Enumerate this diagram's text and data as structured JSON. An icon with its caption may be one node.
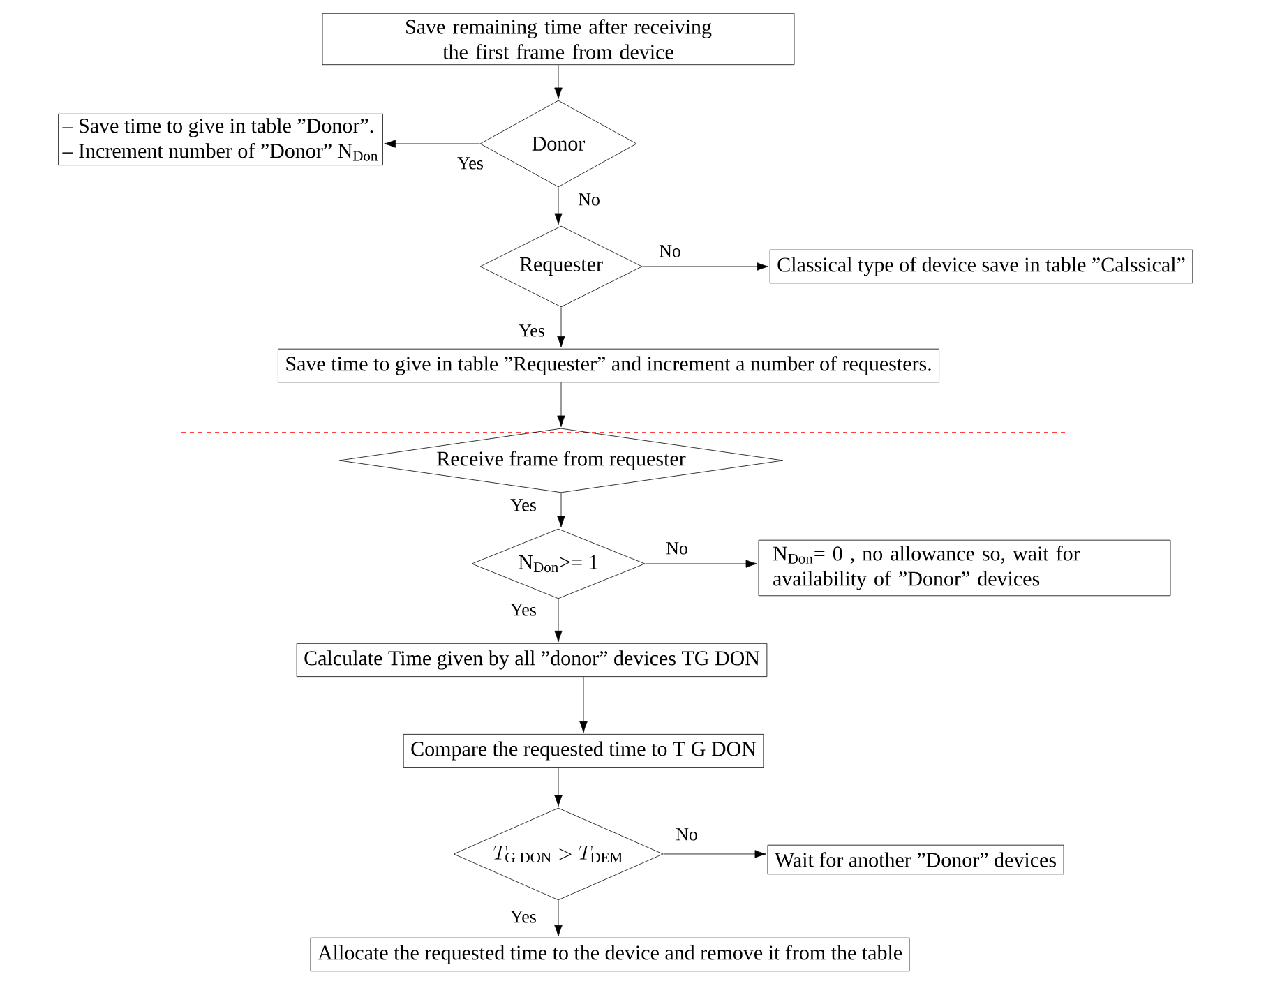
{
  "diagram": {
    "nodes": [
      {
        "text": [
          "Save remaining time after receiving the first frame from device"
        ]
      },
      {
        "text": [
          "– Save time to give in table ”Donor”.",
          "– Increment number of ”Donor” N$_{Don}$"
        ]
      },
      {
        "text": [
          "Donor"
        ]
      },
      {
        "text": [
          "Requester"
        ]
      },
      {
        "text": [
          "Classical type of device save in table ”Calssical”"
        ]
      },
      {
        "text": [
          "Save time to give in table ”Requester” and increment a number of requesters."
        ]
      },
      {
        "text": [
          "Receive frame from requester"
        ]
      },
      {
        "text": [
          "N$_{Don}$>= 1"
        ]
      },
      {
        "text": [
          "N$_{Don}$= 0 , no allowance so, wait for availability of ”Donor” devices"
        ]
      },
      {
        "text": [
          "Calculate Time given by all ”donor” devices TG DON"
        ]
      },
      {
        "text": [
          "Compare the requested time to T G DON"
        ]
      },
      {
        "text": [
          "T_{\\mathrm{G\\;DON}} > T_{\\mathrm{DEM}}"
        ]
      },
      {
        "text": [
          "Wait for another ”Donor” devices"
        ]
      },
      {
        "text": [
          "Allocate the requested time to the device and remove it from the table"
        ]
      }
    ],
    "edges": [
      {
        "from": 0,
        "to": 2,
        "arrow": "to"
      },
      {
        "from": 2,
        "to": 1,
        "arrow": "to",
        "label": "Yes"
      },
      {
        "from": 2,
        "to": 3,
        "arrow": "to",
        "label": "No"
      },
      {
        "from": 3,
        "to": 4,
        "arrow": "to",
        "label": "No"
      },
      {
        "from": 3,
        "to": 5,
        "arrow": "to",
        "label": "Yes"
      },
      {
        "from": 5,
        "to": 6,
        "arrow": "to"
      },
      {
        "from": 6,
        "to": 7,
        "arrow": "to",
        "label": "Yes"
      },
      {
        "from": 7,
        "to": 8,
        "arrow": "to",
        "label": "No"
      },
      {
        "from": 7,
        "to": 9,
        "arrow": "to",
        "label": "Yes"
      },
      {
        "from": 9,
        "to": 10,
        "arrow": "to"
      },
      {
        "from": 10,
        "to": 11,
        "arrow": "to"
      },
      {
        "from": 11,
        "to": 12,
        "arrow": "to",
        "label": "No"
      },
      {
        "from": 11,
        "to": 13,
        "arrow": "to",
        "label": "Yes"
      }
    ]
  }
}
